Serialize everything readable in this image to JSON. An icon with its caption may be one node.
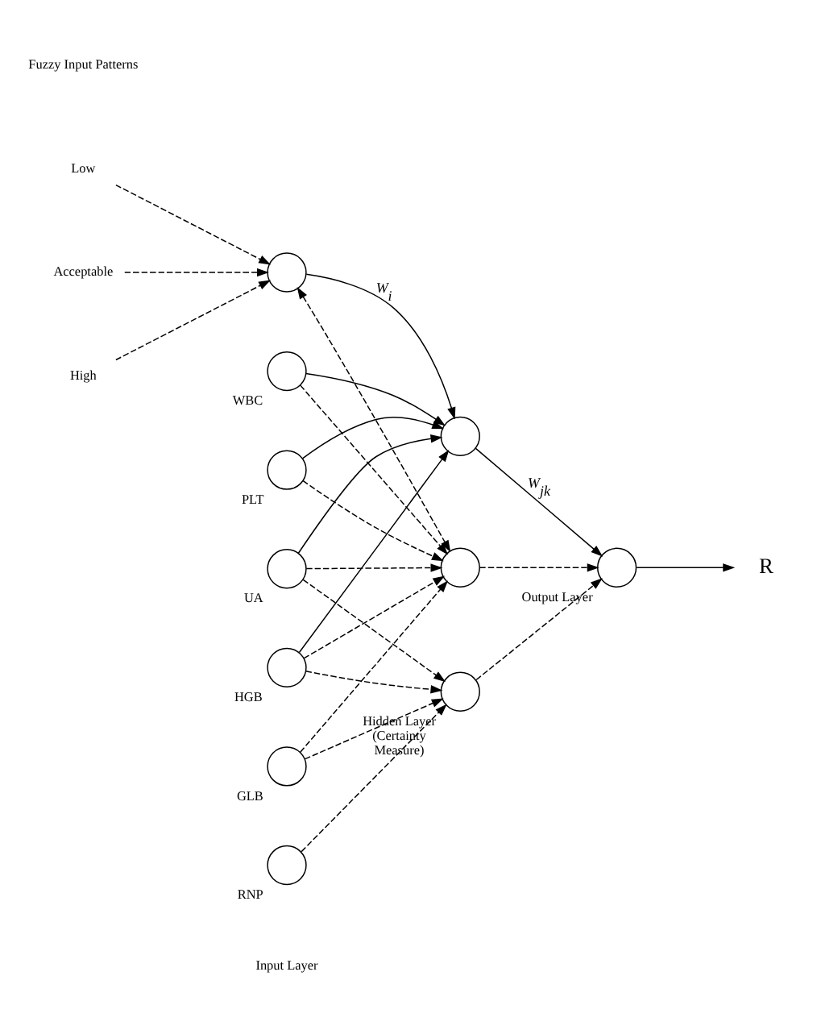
{
  "diagram": {
    "nodes": [
      {
        "text": [
          "Low"
        ]
      },
      {
        "text": [
          "Acceptable"
        ]
      },
      {
        "text": [
          "High"
        ]
      },
      {
        "text": [],
        "shape": "circle"
      },
      {
        "text": [],
        "shape": "circle",
        "beside": [
          "WBC"
        ]
      },
      {
        "text": [],
        "shape": "circle",
        "beside": [
          "PLT"
        ]
      },
      {
        "text": [],
        "shape": "circle",
        "beside": [
          "UA"
        ]
      },
      {
        "text": [],
        "shape": "circle",
        "beside": [
          "HGB"
        ]
      },
      {
        "text": [],
        "shape": "circle",
        "beside": [
          "GLB"
        ]
      },
      {
        "text": [],
        "shape": "circle",
        "beside": [
          "RNP"
        ]
      },
      {
        "text": [],
        "shape": "circle"
      },
      {
        "text": [],
        "shape": "circle"
      },
      {
        "text": [],
        "shape": "circle",
        "beside": [
          "Hidden Layer (Certainty Measure)"
        ]
      },
      {
        "text": [],
        "shape": "circle",
        "beside": [
          "Output Layer"
        ]
      },
      {
        "text": [
          "R"
        ]
      }
    ],
    "edges": [
      {
        "from": 0,
        "to": 3,
        "arrow": "to",
        "style": "dashed"
      },
      {
        "from": 1,
        "to": 3,
        "arrow": "to",
        "style": "dashed"
      },
      {
        "from": 2,
        "to": 3,
        "arrow": "to",
        "style": "dashed"
      },
      {
        "from": 3,
        "to": 10,
        "arrow": "to",
        "label": "W$_{i}$"
      },
      {
        "from": 4,
        "to": 10,
        "arrow": "to"
      },
      {
        "from": 5,
        "to": 10,
        "arrow": "to"
      },
      {
        "from": 6,
        "to": 10,
        "arrow": "to"
      },
      {
        "from": 7,
        "to": 10,
        "arrow": "to"
      },
      {
        "from": 3,
        "to": 11,
        "arrow": "both",
        "style": "dashed"
      },
      {
        "from": 4,
        "to": 11,
        "arrow": "to",
        "style": "dashed"
      },
      {
        "from": 5,
        "to": 11,
        "arrow": "to",
        "style": "dashed"
      },
      {
        "from": 6,
        "to": 11,
        "arrow": "to",
        "style": "dashed"
      },
      {
        "from": 7,
        "to": 11,
        "arrow": "to",
        "style": "dashed"
      },
      {
        "from": 8,
        "to": 11,
        "arrow": "to",
        "style": "dashed"
      },
      {
        "from": 6,
        "to": 12,
        "arrow": "to",
        "style": "dashed"
      },
      {
        "from": 7,
        "to": 12,
        "arrow": "to",
        "style": "dashed"
      },
      {
        "from": 8,
        "to": 12,
        "arrow": "to",
        "style": "dashed"
      },
      {
        "from": 9,
        "to": 12,
        "arrow": "to",
        "style": "dashed"
      },
      {
        "from": 10,
        "to": 13,
        "arrow": "to",
        "label": "W$_{jk}$"
      },
      {
        "from": 11,
        "to": 13,
        "arrow": "to",
        "style": "dashed"
      },
      {
        "from": 12,
        "to": 13,
        "arrow": "to",
        "style": "dashed"
      },
      {
        "from": 13,
        "to": 14,
        "arrow": "to"
      }
    ],
    "labels": [
      "Fuzzy Input Patterns",
      "Input Layer"
    ]
  }
}
